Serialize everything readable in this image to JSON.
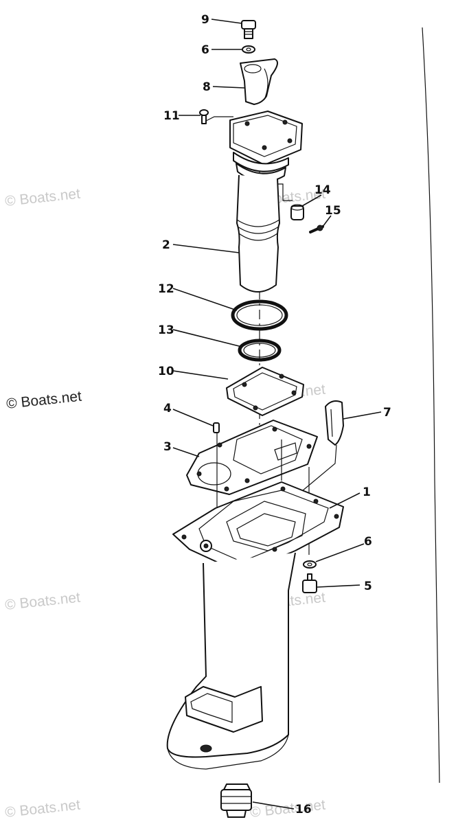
{
  "callouts": [
    "9",
    "6",
    "8",
    "11",
    "14",
    "15",
    "2",
    "12",
    "13",
    "10",
    "4",
    "7",
    "3",
    "1",
    "6",
    "5",
    "16"
  ],
  "watermark": {
    "text": "© Boats.net"
  }
}
